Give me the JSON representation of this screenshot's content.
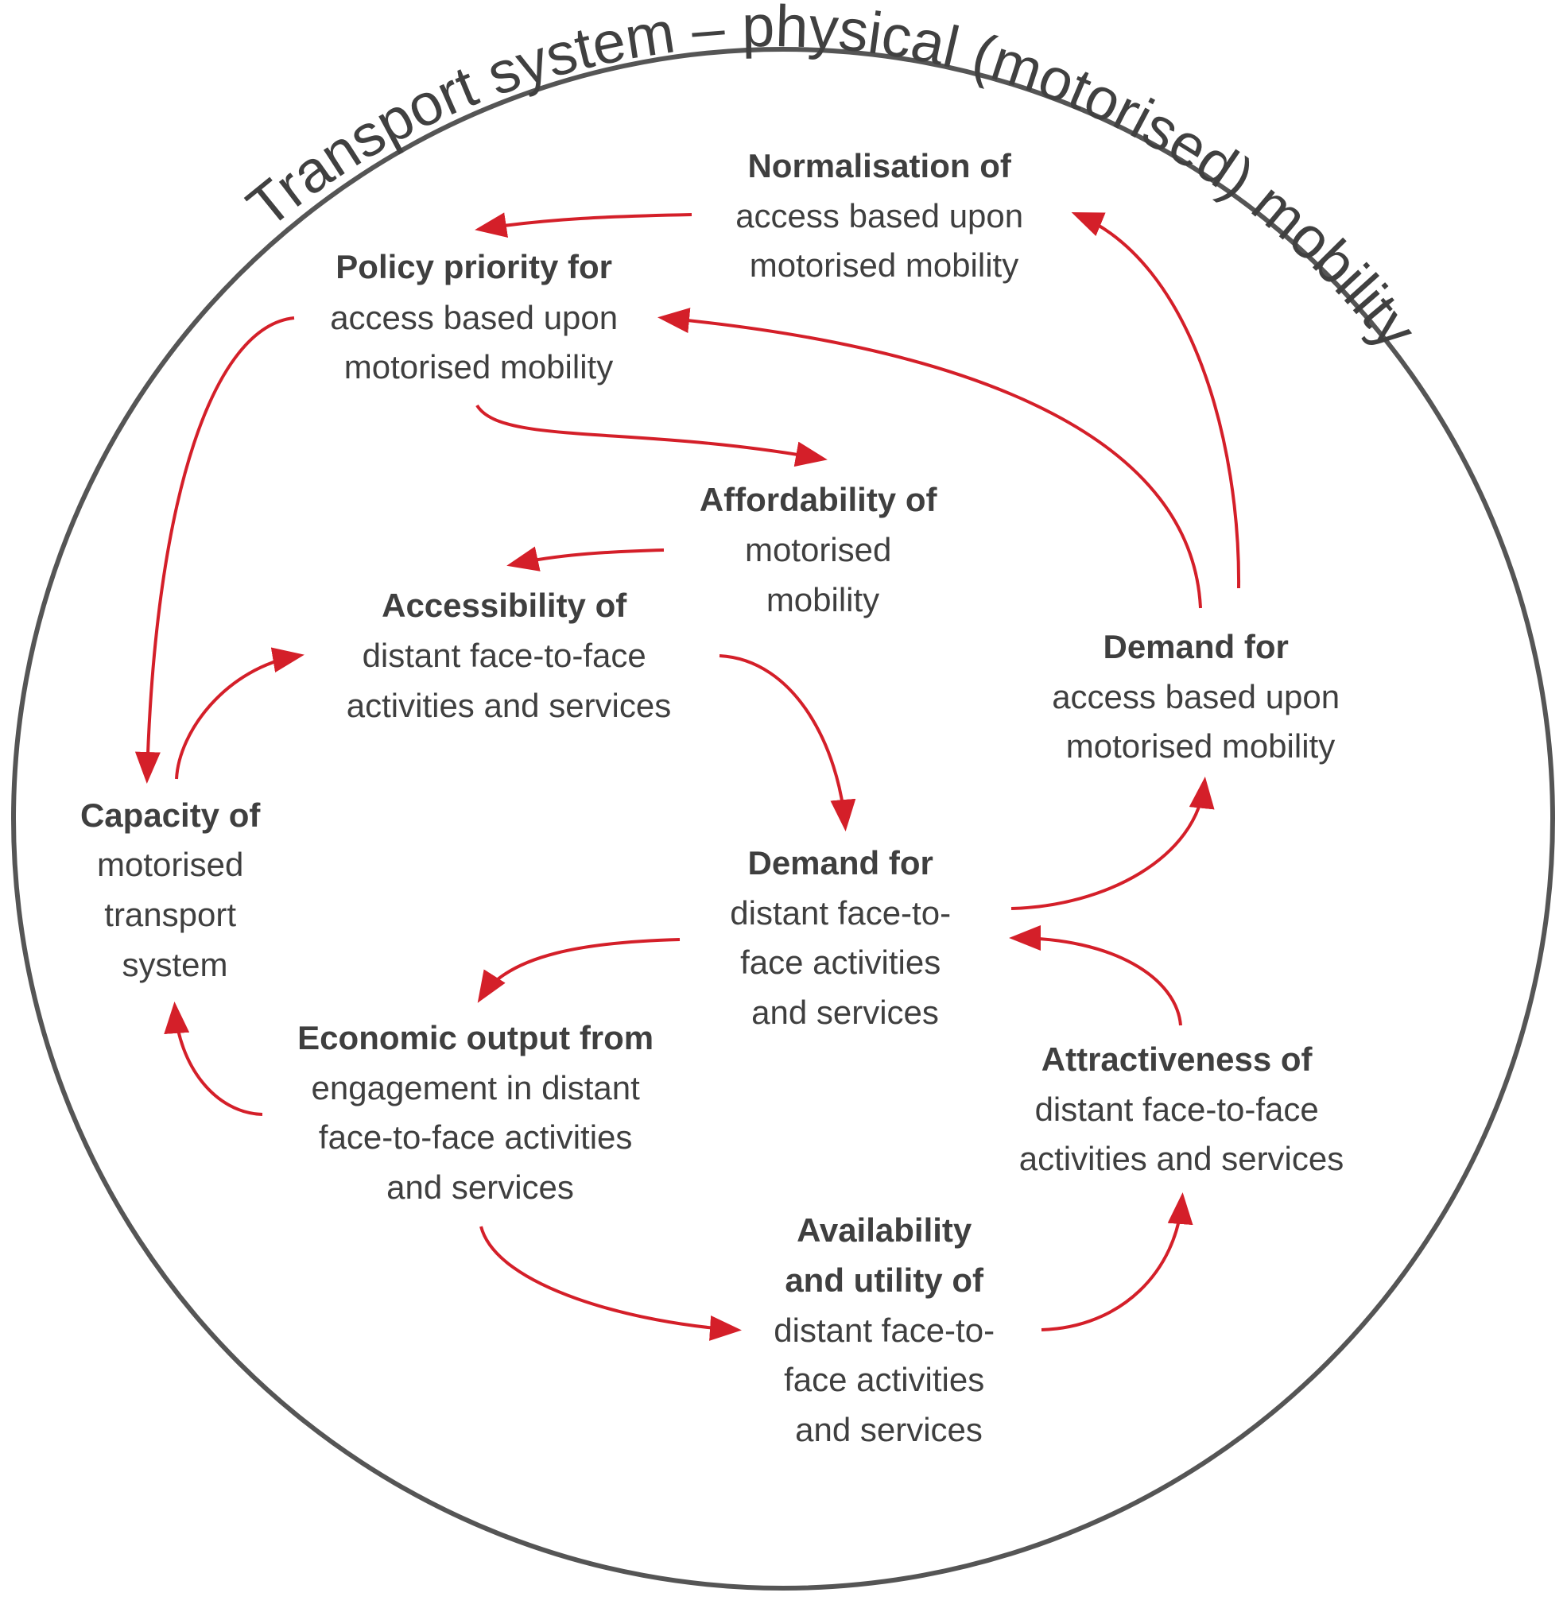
{
  "ring_title": "Transport system – physical (motorised) mobility",
  "colors": {
    "arrow": "#d41f29",
    "circle": "#555555",
    "text": "#3f3f3f"
  },
  "nodes": {
    "normalisation": {
      "bold": [
        "Normalisation of"
      ],
      "normal": [
        "access based upon",
        "motorised mobility"
      ]
    },
    "policy": {
      "bold": [
        "Policy priority for"
      ],
      "normal": [
        "access based upon",
        "motorised mobility"
      ]
    },
    "affordability": {
      "bold": [
        "Affordability of"
      ],
      "normal": [
        "motorised",
        "mobility"
      ]
    },
    "accessibility": {
      "bold": [
        "Accessibility of"
      ],
      "normal": [
        "distant face-to-face",
        "activities and services"
      ]
    },
    "demand_access": {
      "bold": [
        "Demand for"
      ],
      "normal": [
        "access based upon",
        "motorised mobility"
      ]
    },
    "capacity": {
      "bold": [
        "Capacity of"
      ],
      "normal": [
        "motorised",
        "transport",
        "system"
      ]
    },
    "demand_distant": {
      "bold": [
        "Demand for"
      ],
      "normal": [
        "distant face-to-",
        "face activities",
        "and services"
      ]
    },
    "economic": {
      "bold": [
        "Economic output from"
      ],
      "normal": [
        "engagement in distant",
        "face-to-face activities",
        "and services"
      ]
    },
    "attractiveness": {
      "bold": [
        "Attractiveness of"
      ],
      "normal": [
        "distant face-to-face",
        "activities and services"
      ]
    },
    "availability": {
      "bold": [
        "Availability",
        "and utility of"
      ],
      "normal": [
        "distant face-to-",
        "face activities",
        "and services"
      ]
    }
  }
}
